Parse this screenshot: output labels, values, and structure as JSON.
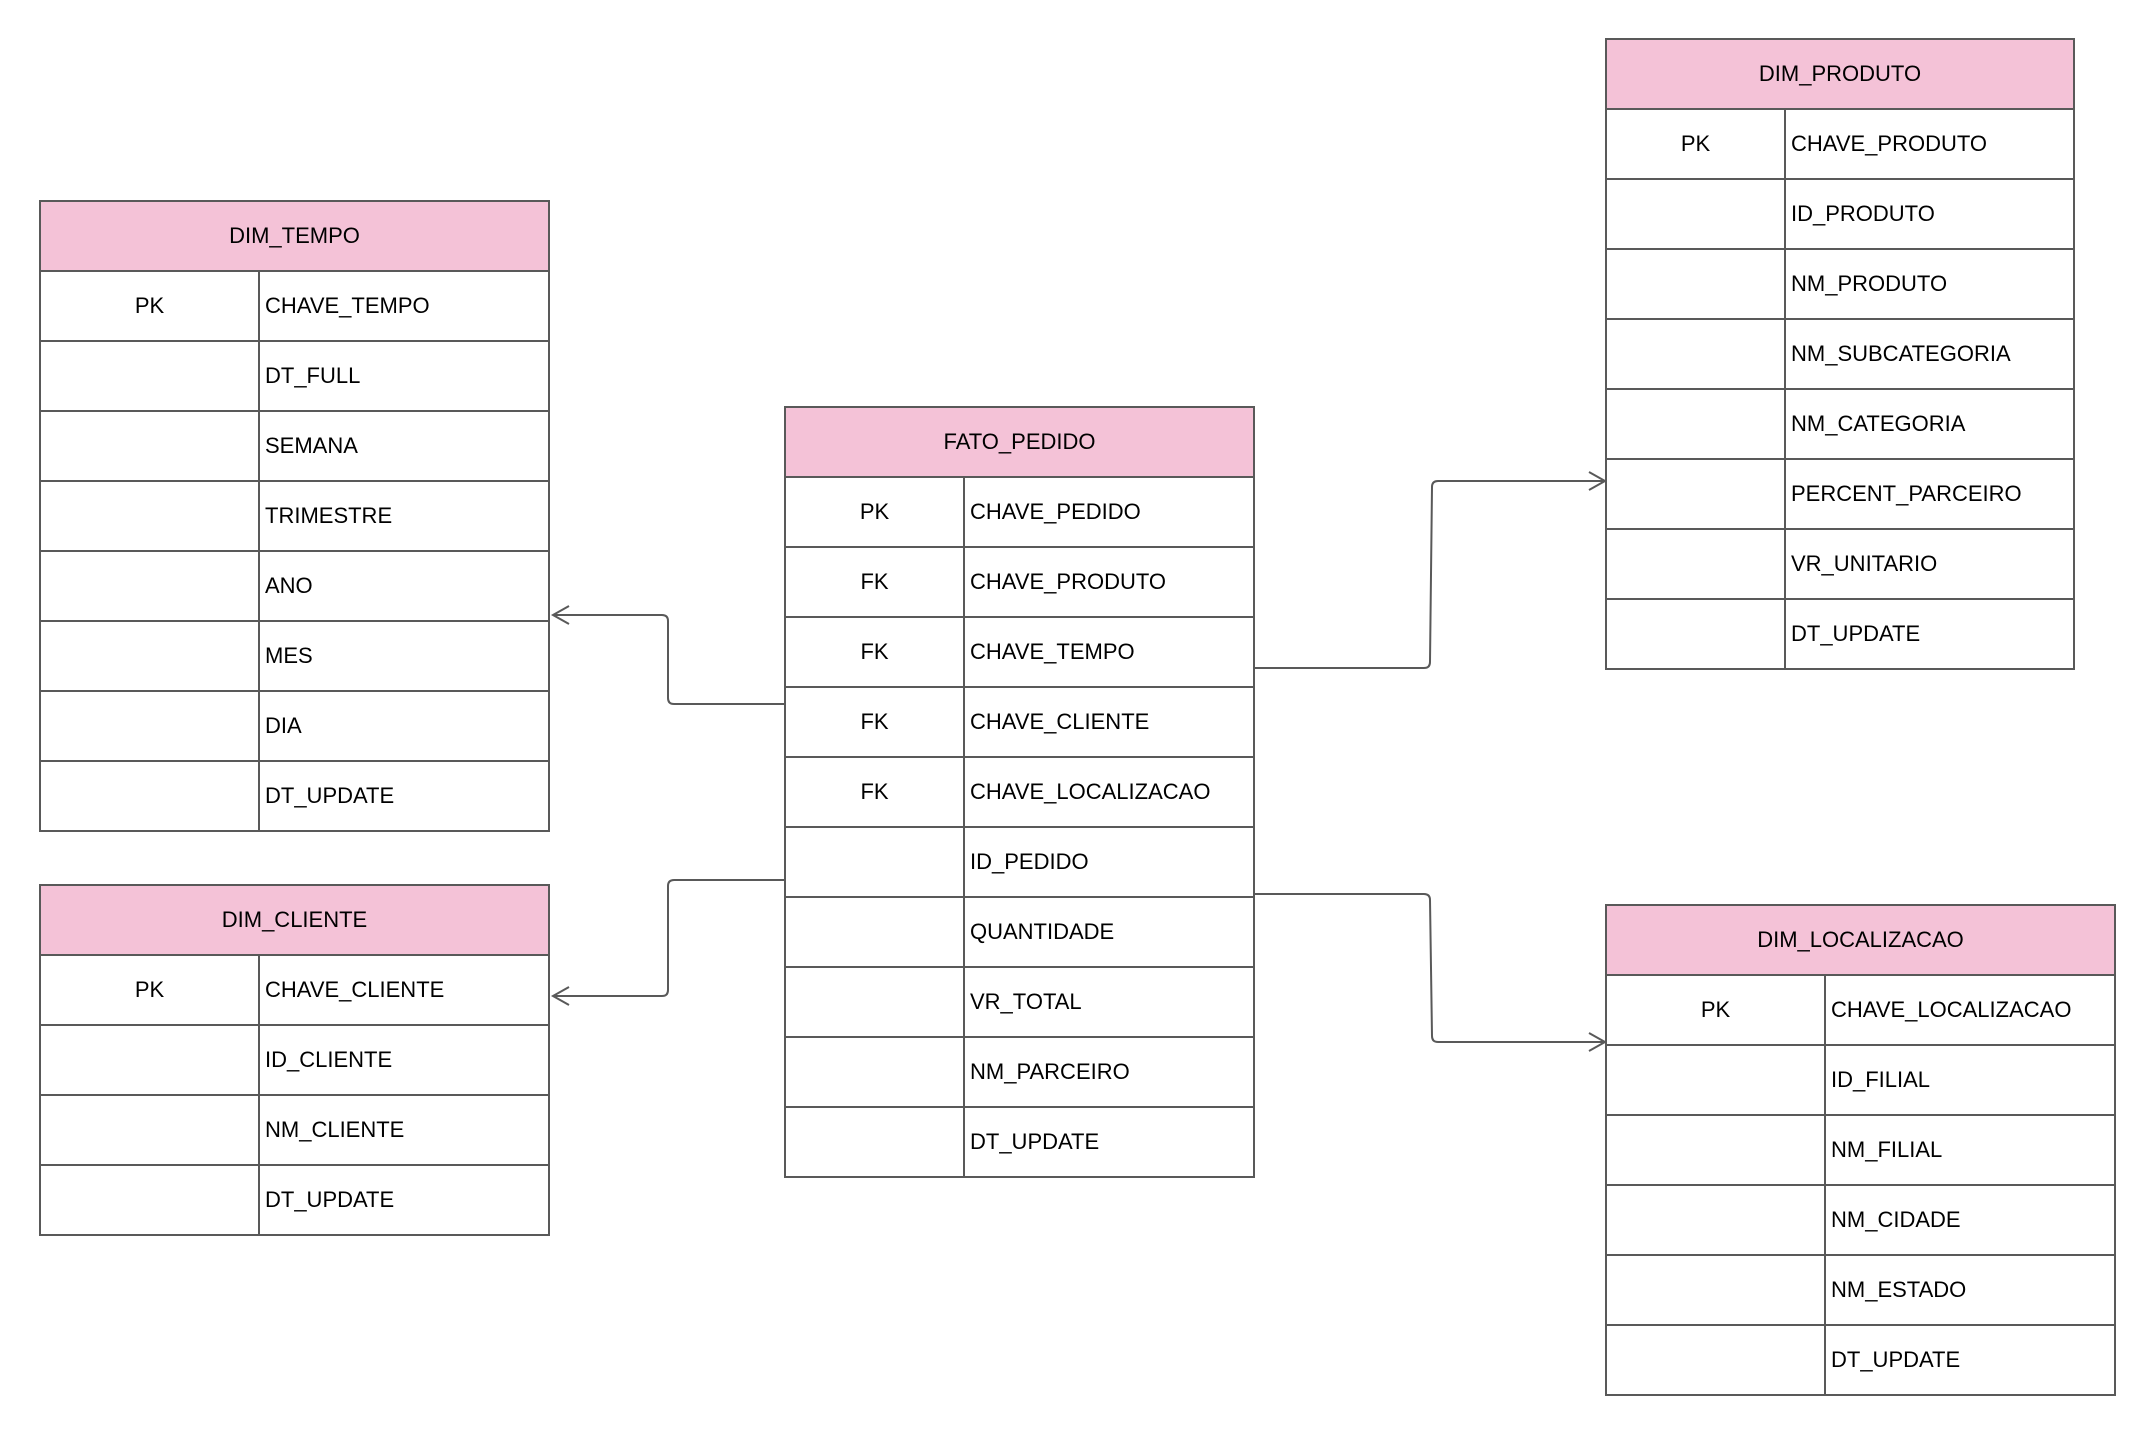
{
  "colors": {
    "header_fill": "#f4c2d7",
    "border": "#595959",
    "connector": "#595959",
    "background": "#ffffff"
  },
  "entities": {
    "dim_tempo": {
      "title": "DIM_TEMPO",
      "rows": [
        {
          "key": "PK",
          "name": "CHAVE_TEMPO"
        },
        {
          "key": "",
          "name": "DT_FULL"
        },
        {
          "key": "",
          "name": "SEMANA"
        },
        {
          "key": "",
          "name": "TRIMESTRE"
        },
        {
          "key": "",
          "name": "ANO"
        },
        {
          "key": "",
          "name": "MES"
        },
        {
          "key": "",
          "name": "DIA"
        },
        {
          "key": "",
          "name": "DT_UPDATE"
        }
      ]
    },
    "dim_cliente": {
      "title": "DIM_CLIENTE",
      "rows": [
        {
          "key": "PK",
          "name": "CHAVE_CLIENTE"
        },
        {
          "key": "",
          "name": "ID_CLIENTE"
        },
        {
          "key": "",
          "name": "NM_CLIENTE"
        },
        {
          "key": "",
          "name": "DT_UPDATE"
        }
      ]
    },
    "fato_pedido": {
      "title": "FATO_PEDIDO",
      "rows": [
        {
          "key": "PK",
          "name": "CHAVE_PEDIDO"
        },
        {
          "key": "FK",
          "name": "CHAVE_PRODUTO"
        },
        {
          "key": "FK",
          "name": "CHAVE_TEMPO"
        },
        {
          "key": "FK",
          "name": "CHAVE_CLIENTE"
        },
        {
          "key": "FK",
          "name": "CHAVE_LOCALIZACAO"
        },
        {
          "key": "",
          "name": "ID_PEDIDO"
        },
        {
          "key": "",
          "name": "QUANTIDADE"
        },
        {
          "key": "",
          "name": "VR_TOTAL"
        },
        {
          "key": "",
          "name": "NM_PARCEIRO"
        },
        {
          "key": "",
          "name": "DT_UPDATE"
        }
      ]
    },
    "dim_produto": {
      "title": "DIM_PRODUTO",
      "rows": [
        {
          "key": "PK",
          "name": "CHAVE_PRODUTO"
        },
        {
          "key": "",
          "name": "ID_PRODUTO"
        },
        {
          "key": "",
          "name": "NM_PRODUTO"
        },
        {
          "key": "",
          "name": "NM_SUBCATEGORIA"
        },
        {
          "key": "",
          "name": "NM_CATEGORIA"
        },
        {
          "key": "",
          "name": "PERCENT_PARCEIRO"
        },
        {
          "key": "",
          "name": "VR_UNITARIO"
        },
        {
          "key": "",
          "name": "DT_UPDATE"
        }
      ]
    },
    "dim_localizacao": {
      "title": "DIM_LOCALIZACAO",
      "rows": [
        {
          "key": "PK",
          "name": "CHAVE_LOCALIZACAO"
        },
        {
          "key": "",
          "name": "ID_FILIAL"
        },
        {
          "key": "",
          "name": "NM_FILIAL"
        },
        {
          "key": "",
          "name": "NM_CIDADE"
        },
        {
          "key": "",
          "name": "NM_ESTADO"
        },
        {
          "key": "",
          "name": "DT_UPDATE"
        }
      ]
    }
  }
}
